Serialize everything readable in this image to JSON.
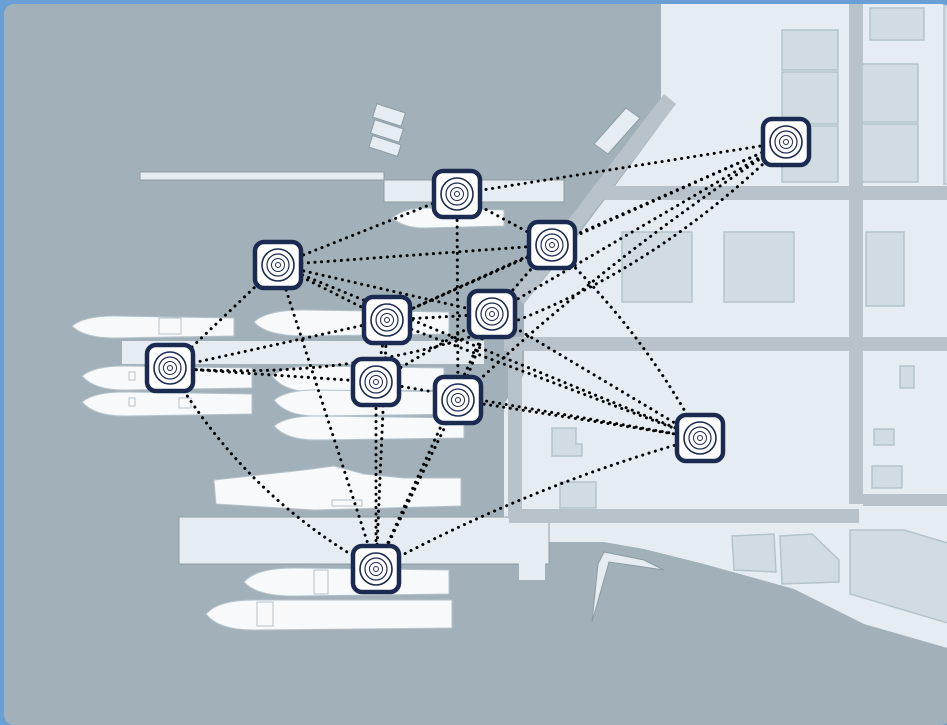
{
  "map": {
    "colors": {
      "water": "#a2b1b9",
      "land": "#e6edf2",
      "building": "#d0dce2",
      "road": "#b7c2ca",
      "ship": "#f7f9fb",
      "node_border": "#1b2a50",
      "link": "#000000",
      "frame": "#6a9fd6"
    },
    "nodes": [
      {
        "id": "A",
        "icon": "radar-target-icon"
      },
      {
        "id": "B",
        "icon": "radar-target-icon"
      },
      {
        "id": "C",
        "icon": "radar-target-icon"
      },
      {
        "id": "D",
        "icon": "radar-target-icon"
      },
      {
        "id": "E",
        "icon": "radar-target-icon"
      },
      {
        "id": "F",
        "icon": "radar-target-icon"
      },
      {
        "id": "G",
        "icon": "radar-target-icon"
      },
      {
        "id": "H",
        "icon": "radar-target-icon"
      },
      {
        "id": "I",
        "icon": "radar-target-icon"
      },
      {
        "id": "J",
        "icon": "radar-target-icon"
      },
      {
        "id": "K",
        "icon": "radar-target-icon"
      }
    ],
    "links": [
      [
        "A",
        "B"
      ],
      [
        "A",
        "E"
      ],
      [
        "A",
        "G"
      ],
      [
        "A",
        "C"
      ],
      [
        "A",
        "I"
      ],
      [
        "A",
        "F"
      ],
      [
        "B",
        "C"
      ],
      [
        "B",
        "I"
      ],
      [
        "B",
        "D"
      ],
      [
        "C",
        "D"
      ],
      [
        "C",
        "E"
      ],
      [
        "C",
        "F"
      ],
      [
        "C",
        "K"
      ],
      [
        "D",
        "E"
      ],
      [
        "D",
        "J"
      ],
      [
        "D",
        "K"
      ],
      [
        "D",
        "F"
      ],
      [
        "D",
        "G"
      ],
      [
        "E",
        "F"
      ],
      [
        "E",
        "G"
      ],
      [
        "E",
        "H"
      ],
      [
        "E",
        "J"
      ],
      [
        "E",
        "K"
      ],
      [
        "F",
        "H"
      ],
      [
        "F",
        "I"
      ],
      [
        "F",
        "J"
      ],
      [
        "F",
        "K"
      ],
      [
        "G",
        "H"
      ],
      [
        "G",
        "J"
      ],
      [
        "H",
        "J"
      ],
      [
        "H",
        "K"
      ],
      [
        "I",
        "K"
      ],
      [
        "I",
        "J"
      ],
      [
        "J",
        "K"
      ]
    ]
  }
}
